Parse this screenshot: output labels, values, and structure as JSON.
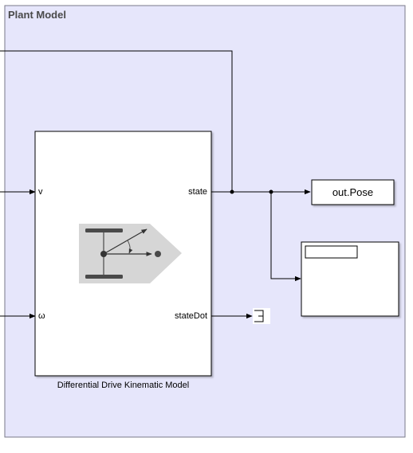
{
  "subsystem": {
    "title": "Plant Model"
  },
  "block": {
    "caption": "Differential Drive Kinematic Model",
    "ports": {
      "in_v": "v",
      "in_omega": "ω",
      "out_state": "state",
      "out_stateDot": "stateDot"
    },
    "icon": "differential-drive-robot-icon"
  },
  "pose_block": {
    "label": "out.Pose"
  },
  "scope_block": {
    "icon": "scope-display-icon"
  },
  "terminator_block": {
    "icon": "terminator-icon"
  },
  "colors": {
    "subsystem_bg": "#e6e6fb",
    "subsystem_border": "#7a7a8a",
    "block_bg": "#ffffff",
    "line": "#000000",
    "icon_bg": "#d6d6d6",
    "icon_fg": "#4a4a4a"
  }
}
